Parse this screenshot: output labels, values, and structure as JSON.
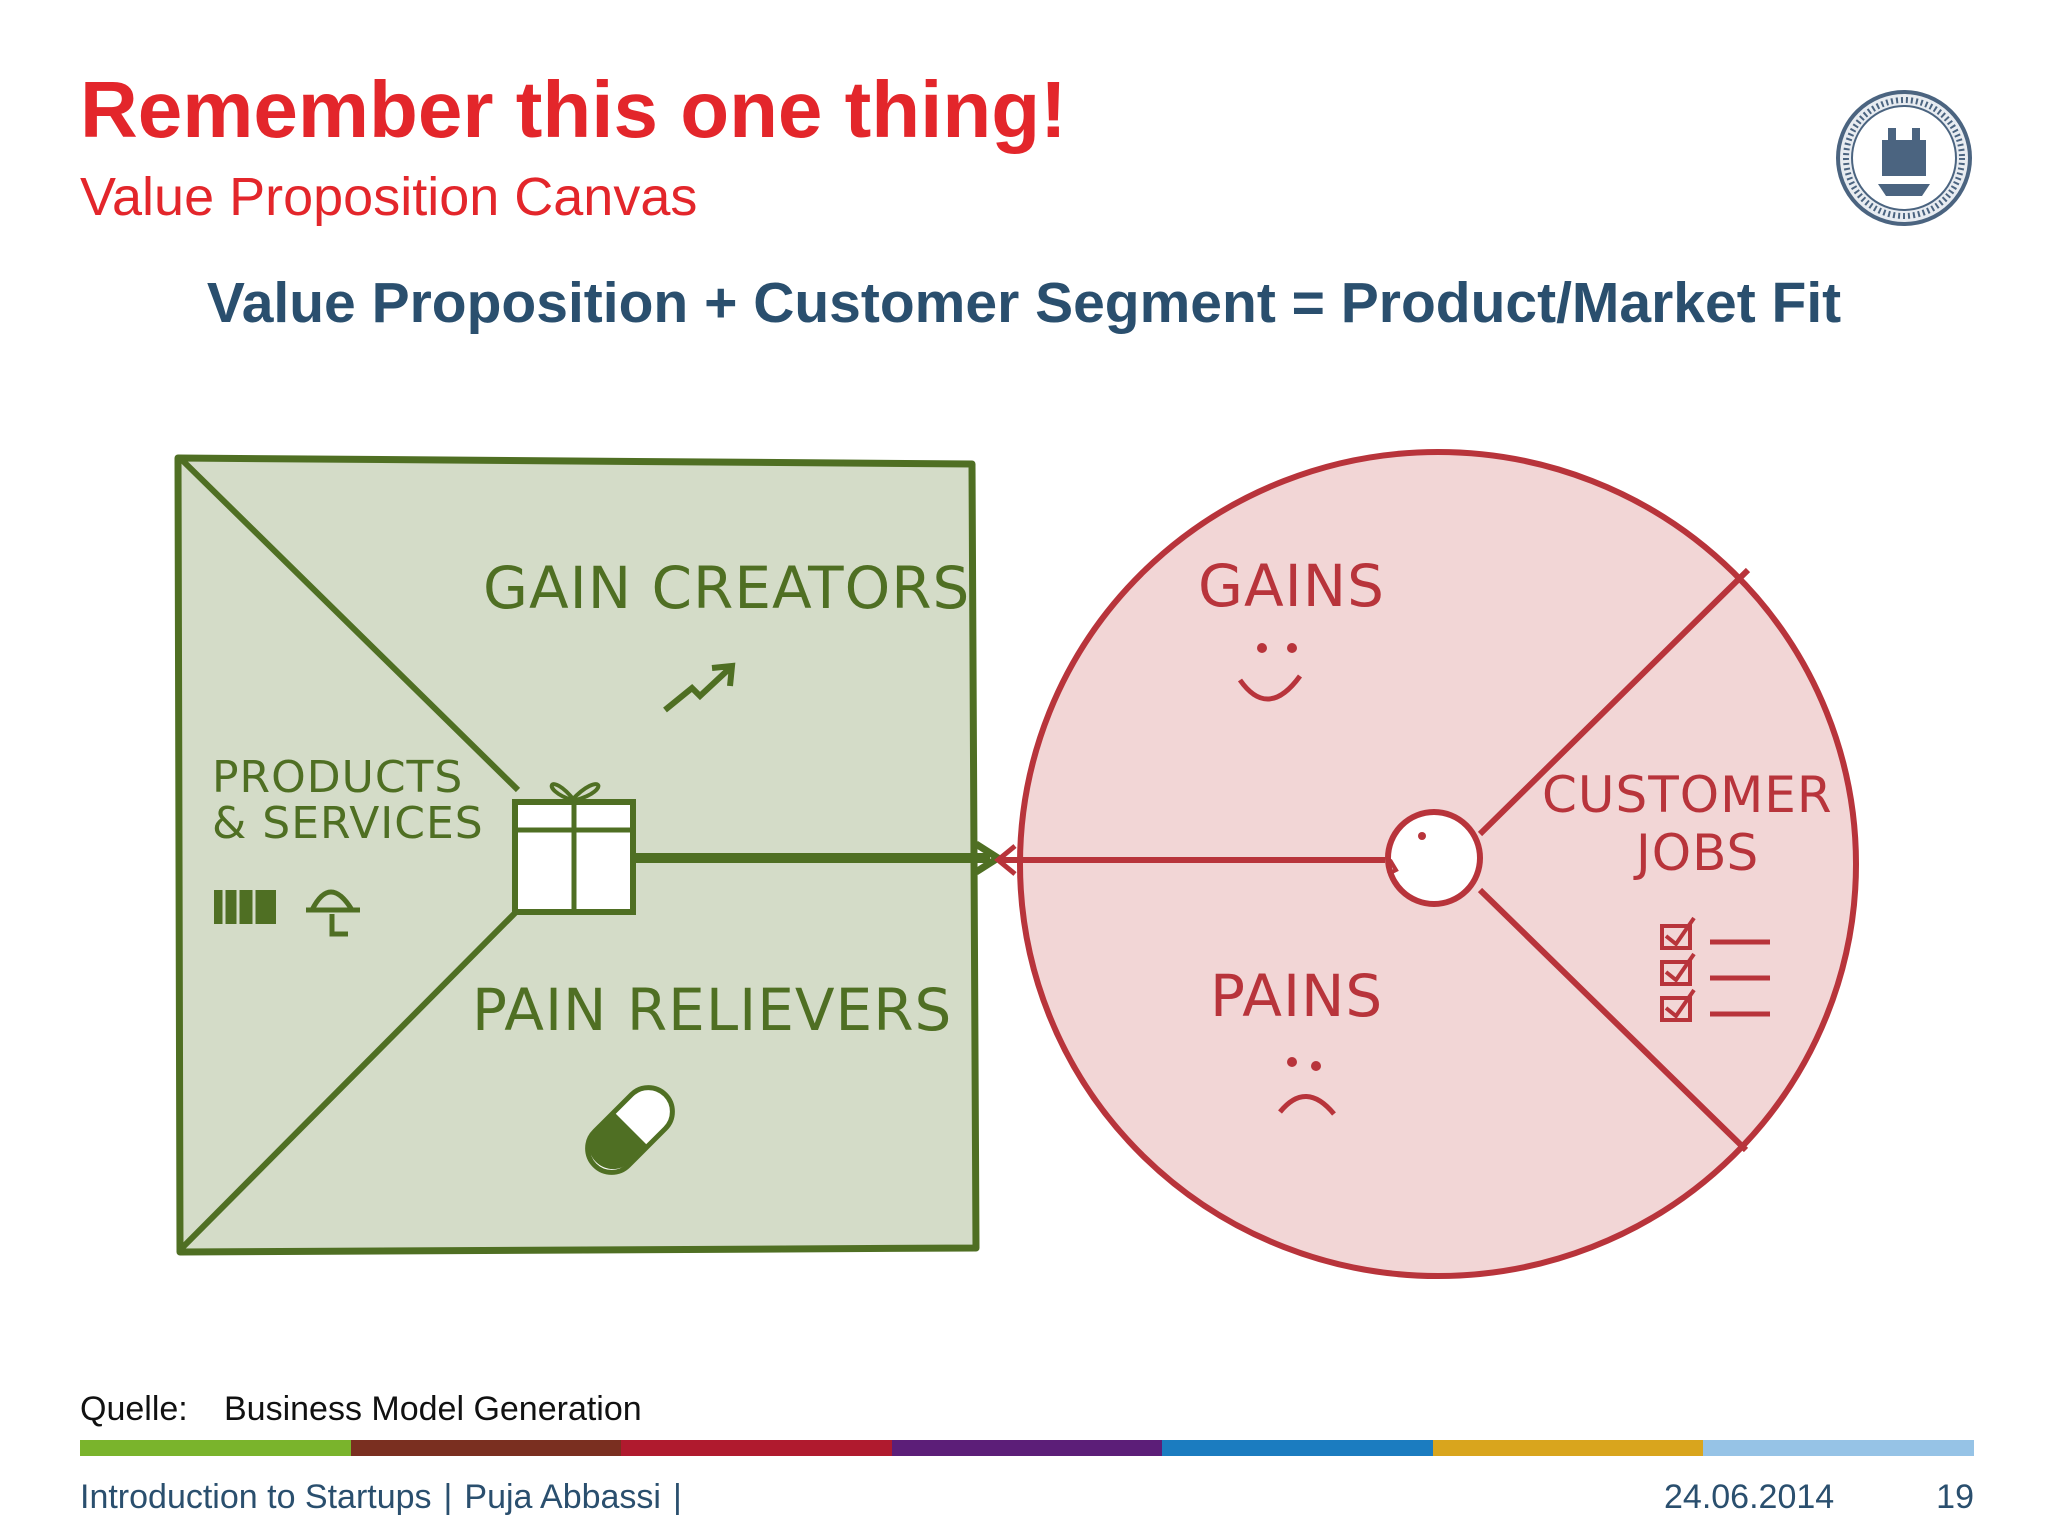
{
  "slide": {
    "title": "Remember this one thing!",
    "subtitle": "Value Proposition Canvas",
    "equation": "Value Proposition + Customer Segment = Product/Market Fit"
  },
  "canvas": {
    "value_map": {
      "gain_creators": "GAIN CREATORS",
      "products_services_line1": "PRODUCTS",
      "products_services_line2": "& SERVICES",
      "pain_relievers": "PAIN RELIEVERS"
    },
    "customer_profile": {
      "gains": "GAINS",
      "customer_jobs_line1": "CUSTOMER",
      "customer_jobs_line2": "JOBS",
      "pains": "PAINS"
    },
    "colors": {
      "square_fill": "#d4dcc8",
      "square_stroke": "#4f6f23",
      "circle_fill": "#f2d6d6",
      "circle_stroke": "#b8343b"
    }
  },
  "source": {
    "label": "Quelle:",
    "text": "Business Model Generation"
  },
  "colorbar": [
    "#7ab42c",
    "#7a2f20",
    "#b01a2e",
    "#5c1e78",
    "#1b7cc0",
    "#d9a51d",
    "#96c3e6"
  ],
  "footer": {
    "course": "Introduction to Startups",
    "author": "Puja Abbassi",
    "separator": "|",
    "date": "24.06.2014",
    "page": "19"
  }
}
